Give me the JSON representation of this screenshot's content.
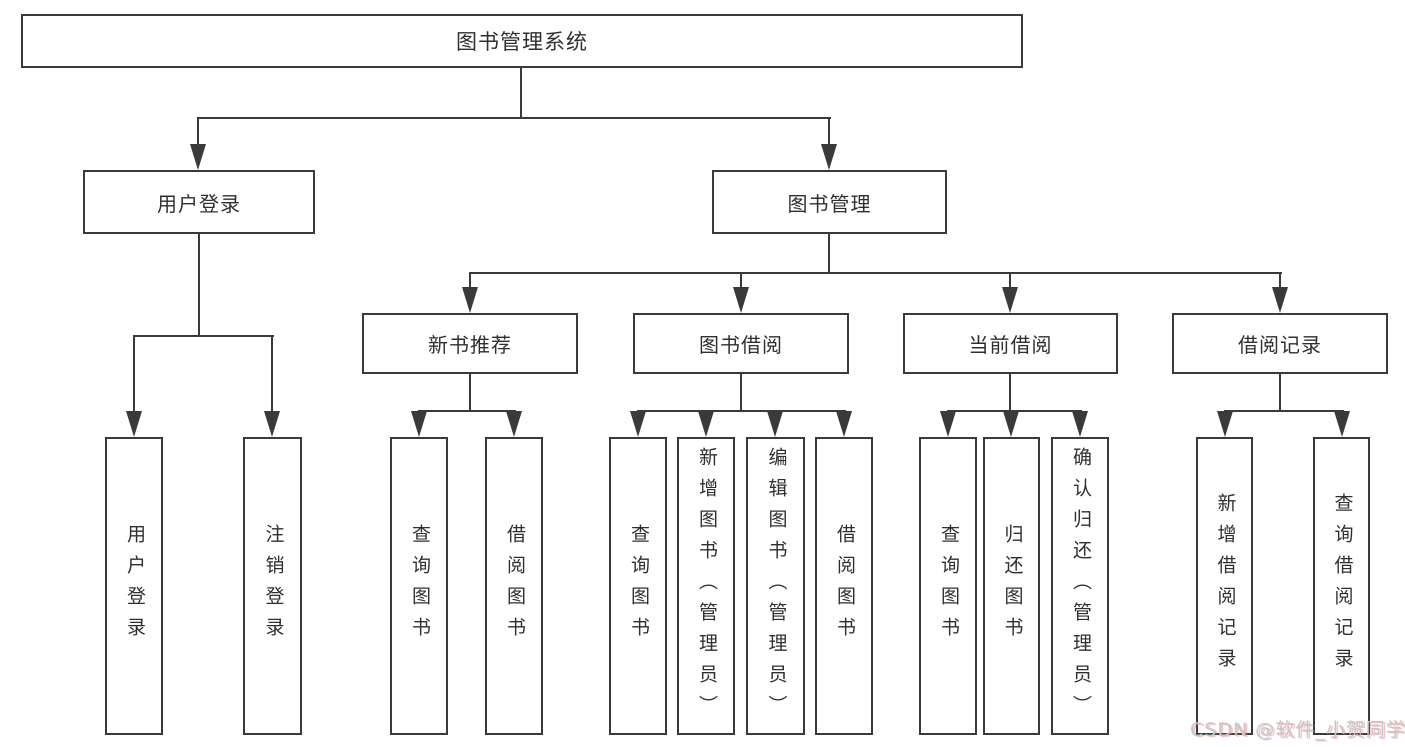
{
  "diagram": {
    "root": "图书管理系统",
    "level2": {
      "user_login": "用户登录",
      "book_management": "图书管理"
    },
    "level3": {
      "new_book_recommend": "新书推荐",
      "book_borrowing": "图书借阅",
      "current_borrowing": "当前借阅",
      "borrowing_records": "借阅记录"
    },
    "leaves": {
      "user_login": "用户登录",
      "logout": "注销登录",
      "nb_query_books": "查询图书",
      "nb_borrow_books": "借阅图书",
      "bb_query_books": "查询图书",
      "bb_add_books": "新增图书（管理员）",
      "bb_edit_books": "编辑图书（管理员）",
      "bb_borrow_books": "借阅图书",
      "cb_query_books": "查询图书",
      "cb_return_books": "归还图书",
      "cb_confirm_return": "确认归还（管理员）",
      "br_add_record": "新增借阅记录",
      "br_query_record": "查询借阅记录"
    }
  },
  "watermark": "CSDN @软件_小贺同学",
  "colors": {
    "line": "#3a3a3a",
    "text": "#2f2f2f",
    "background": "#ffffff",
    "watermark": "#c6c6c6"
  }
}
